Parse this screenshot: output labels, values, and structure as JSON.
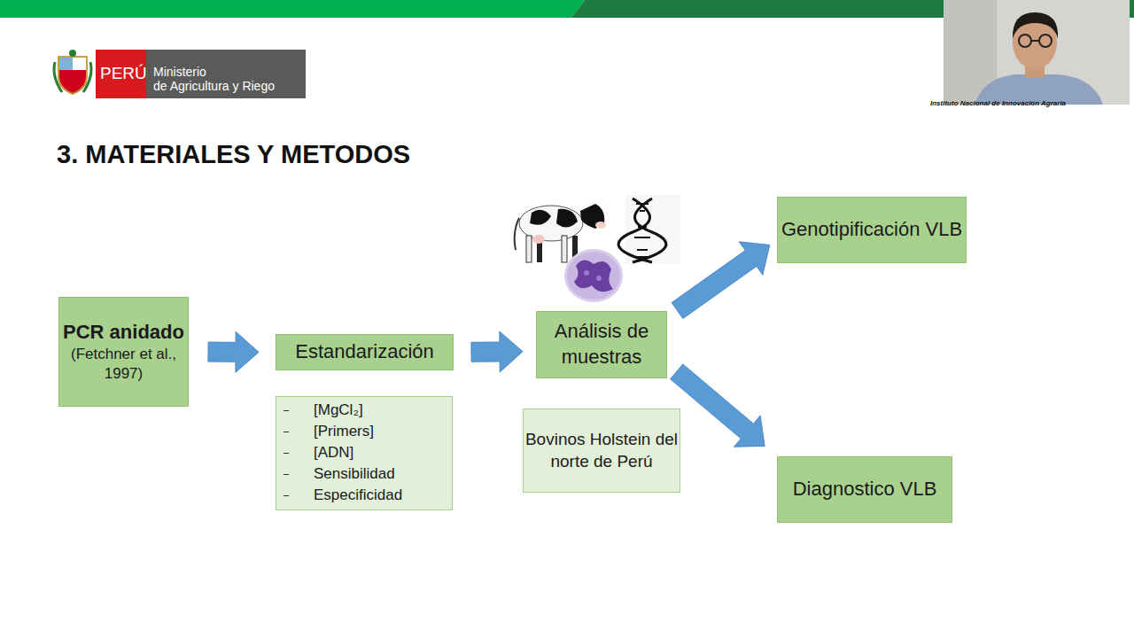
{
  "diagram": {
    "title": "3. MATERIALES Y METODOS",
    "nodes": [
      {
        "text": [
          "PCR anidado",
          "(Fetchner et al., 1997)"
        ]
      },
      {
        "text": [
          "Estandarización"
        ]
      },
      {
        "text": [
          "[MgCl₂]",
          "[Primers]",
          "[ADN]",
          "Sensibilidad",
          "Especificidad"
        ]
      },
      {
        "text": [
          "Análisis de muestras"
        ]
      },
      {
        "text": [
          "Bovinos Holstein del norte de Perú"
        ]
      },
      {
        "text": [
          "Genotipificación VLB"
        ]
      },
      {
        "text": [
          "Diagnostico VLB"
        ]
      }
    ],
    "edges": [
      {
        "from": 0,
        "to": 1,
        "arrow": "to"
      },
      {
        "from": 1,
        "to": 3,
        "arrow": "to"
      },
      {
        "from": 3,
        "to": 5,
        "arrow": "to"
      },
      {
        "from": 3,
        "to": 6,
        "arrow": "to"
      }
    ],
    "labels": [
      "PERÚ",
      "Ministerio",
      "de Agricultura y Riego",
      "Instituto Nacional de Innovación Agraria"
    ]
  }
}
